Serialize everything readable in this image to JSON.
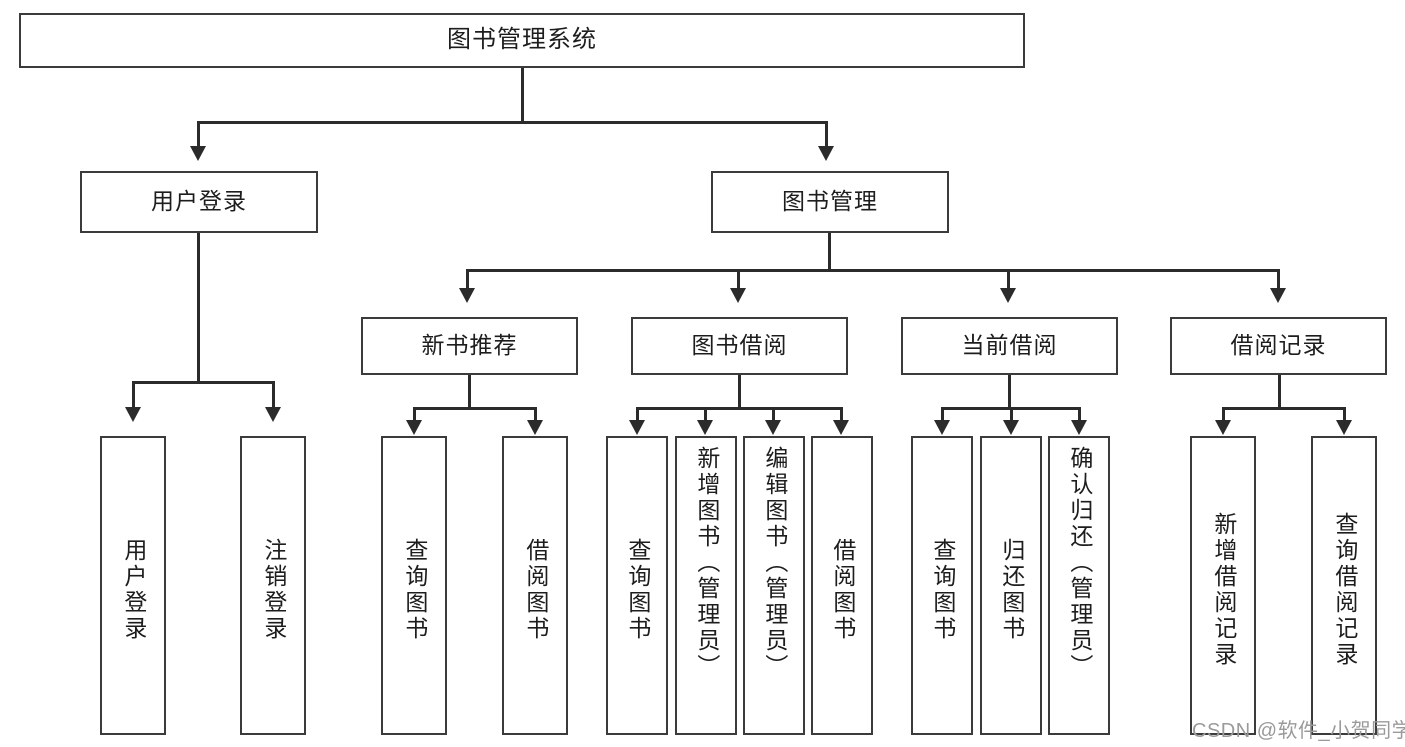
{
  "diagram": {
    "type": "tree",
    "title": "图书管理系统",
    "root": {
      "id": "root",
      "label": "图书管理系统"
    },
    "level2": [
      {
        "id": "user-login",
        "label": "用户登录"
      },
      {
        "id": "book-manage",
        "label": "图书管理"
      }
    ],
    "level3": [
      {
        "id": "new-book-recommend",
        "label": "新书推荐",
        "parent": "book-manage"
      },
      {
        "id": "book-borrow",
        "label": "图书借阅",
        "parent": "book-manage"
      },
      {
        "id": "current-borrow",
        "label": "当前借阅",
        "parent": "book-manage"
      },
      {
        "id": "borrow-record",
        "label": "借阅记录",
        "parent": "book-manage"
      }
    ],
    "leaves": {
      "user-login": [
        {
          "id": "leaf-user-login",
          "label": "用户登录"
        },
        {
          "id": "leaf-logout-login",
          "label": "注销登录"
        }
      ],
      "new-book-recommend": [
        {
          "id": "leaf-query-book-1",
          "label": "查询图书"
        },
        {
          "id": "leaf-borrow-book-1",
          "label": "借阅图书"
        }
      ],
      "book-borrow": [
        {
          "id": "leaf-query-book-2",
          "label": "查询图书"
        },
        {
          "id": "leaf-add-book",
          "label": "新增图书（管理员）"
        },
        {
          "id": "leaf-edit-book",
          "label": "编辑图书（管理员）"
        },
        {
          "id": "leaf-borrow-book-2",
          "label": "借阅图书"
        }
      ],
      "current-borrow": [
        {
          "id": "leaf-query-book-3",
          "label": "查询图书"
        },
        {
          "id": "leaf-return-book",
          "label": "归还图书"
        },
        {
          "id": "leaf-confirm-return",
          "label": "确认归还（管理员）"
        }
      ],
      "borrow-record": [
        {
          "id": "leaf-add-record",
          "label": "新增借阅记录"
        },
        {
          "id": "leaf-query-record",
          "label": "查询借阅记录"
        }
      ]
    }
  },
  "watermark": {
    "text": "CSDN @软件_小贺同学"
  },
  "colors": {
    "box_border": "#3b3b3b",
    "connector": "#2b2b2b",
    "background": "#ffffff",
    "text": "#1d1d1d",
    "watermark": "#9a9a9a"
  }
}
